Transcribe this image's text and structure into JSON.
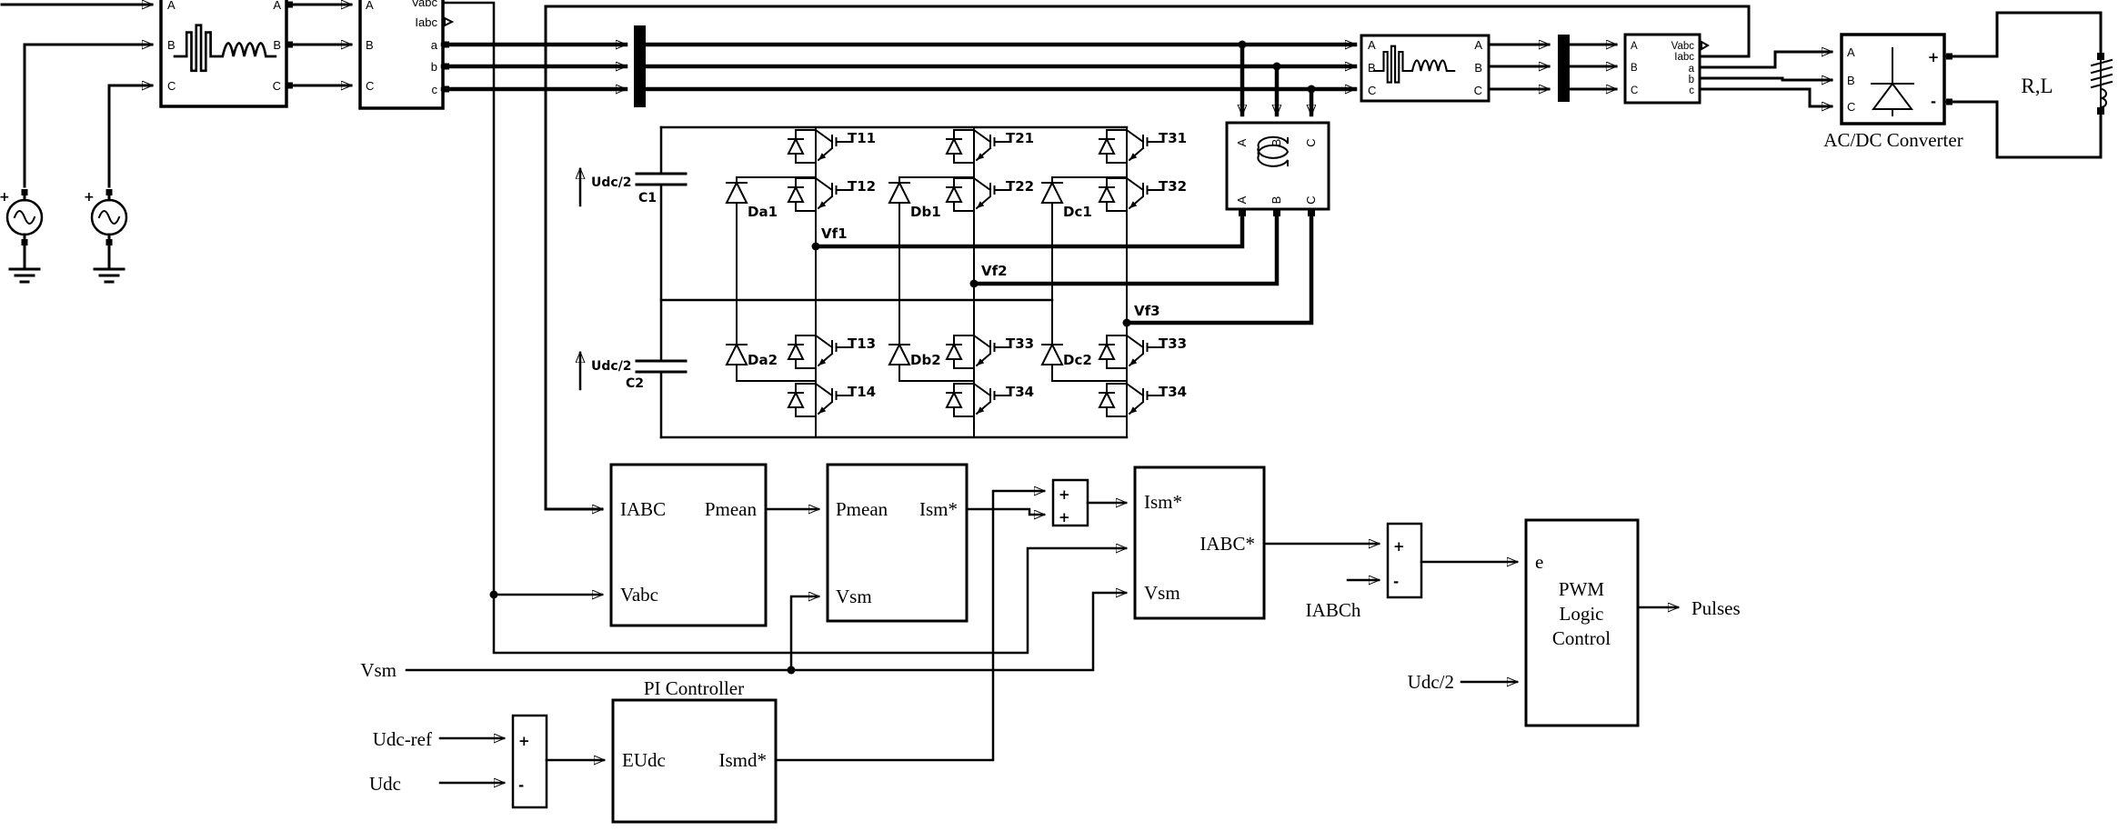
{
  "source_section": {
    "plus": "+"
  },
  "filter1": {
    "left": [
      "A",
      "B",
      "C"
    ],
    "right": [
      "A",
      "B",
      "C"
    ]
  },
  "meas1": {
    "left": [
      "A",
      "B",
      "C"
    ],
    "right": [
      "Vabc",
      "Iabc",
      "a",
      "b",
      "c"
    ]
  },
  "filter2": {
    "left": [
      "A",
      "B",
      "C"
    ],
    "right": [
      "A",
      "B",
      "C"
    ]
  },
  "meas2": {
    "left": [
      "A",
      "B",
      "C"
    ],
    "right": [
      "Vabc",
      "Iabc",
      "a",
      "b",
      "c"
    ]
  },
  "inductor": {
    "top": [
      "A",
      "B",
      "C"
    ],
    "bottom": [
      "A",
      "B",
      "C"
    ]
  },
  "converter": {
    "label": "AC/DC Converter",
    "left": [
      "A",
      "B",
      "C"
    ],
    "plus": "+",
    "minus": "-"
  },
  "load": {
    "label": "R,L"
  },
  "inverter": {
    "udc_half": "Udc/2",
    "c1": "C1",
    "c2": "C2",
    "legs": [
      {
        "t1": "T11",
        "t2": "T12",
        "t3": "T13",
        "t4": "T14",
        "d1": "Da1",
        "d2": "Da2",
        "vf": "Vf1"
      },
      {
        "t1": "T21",
        "t2": "T22",
        "t3": "T33",
        "t4": "T34",
        "d1": "Db1",
        "d2": "Db2",
        "vf": "Vf2"
      },
      {
        "t1": "T31",
        "t2": "T32",
        "t3": "T33",
        "t4": "T34",
        "d1": "Dc1",
        "d2": "Dc2",
        "vf": "Vf3"
      }
    ]
  },
  "control": {
    "iabc_pmean": {
      "in1": "IABC",
      "out1": "Pmean",
      "in2": "Vabc"
    },
    "pmean_ism": {
      "in1": "Pmean",
      "out1": "Ism*",
      "in2": "Vsm"
    },
    "iref": {
      "in1": "Ism*",
      "out1": "IABC*",
      "in2": "Vsm"
    },
    "sum1": {
      "top": "+",
      "bottom": "+"
    },
    "sum2": {
      "top": "+",
      "bottom": "-"
    },
    "sum3": {
      "top": "+",
      "bottom": "-"
    },
    "pwm": {
      "in": "e",
      "line1": "PWM",
      "line2": "Logic",
      "line3": "Control",
      "out_label": "Pulses",
      "in2_label": "Udc/2"
    },
    "pi": {
      "title": "PI Controller",
      "in": "EUdc",
      "out": "Ismd*",
      "ref_label": "Udc-ref",
      "fb_label": "Udc"
    },
    "vsm_label": "Vsm",
    "iabch_label": "IABCh"
  }
}
